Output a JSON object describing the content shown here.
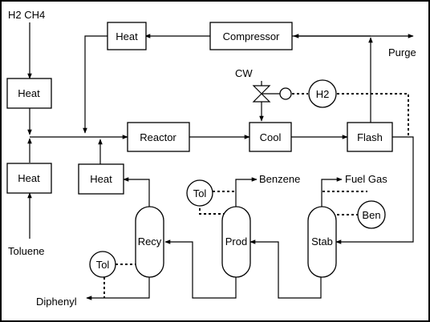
{
  "feeds": {
    "h2_ch4": "H2 CH4",
    "toluene": "Toluene"
  },
  "units": {
    "heat_h2": "Heat",
    "heat_toluene": "Heat",
    "heat_recycle": "Heat",
    "heat_top": "Heat",
    "compressor": "Compressor",
    "reactor": "Reactor",
    "cool": "Cool",
    "flash": "Flash",
    "recy": "Recy",
    "prod": "Prod",
    "stab": "Stab"
  },
  "controllers": {
    "h2": "H2",
    "tol_recy": "Tol",
    "tol_prod": "Tol",
    "ben_stab": "Ben"
  },
  "streams": {
    "cw": "CW",
    "purge": "Purge",
    "benzene": "Benzene",
    "fuel_gas": "Fuel Gas",
    "diphenyl": "Diphenyl"
  }
}
